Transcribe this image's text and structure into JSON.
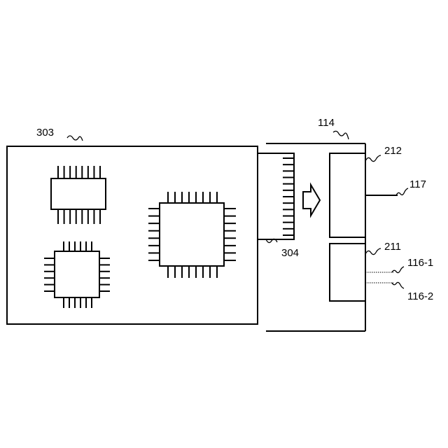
{
  "labels": {
    "board": "303",
    "connector": "304",
    "housing": "114",
    "upper_module": "212",
    "lower_module": "211",
    "cable": "117",
    "line_1": "116-1",
    "line_2": "116-2"
  },
  "colors": {
    "stroke": "#000000",
    "background": "#ffffff"
  }
}
